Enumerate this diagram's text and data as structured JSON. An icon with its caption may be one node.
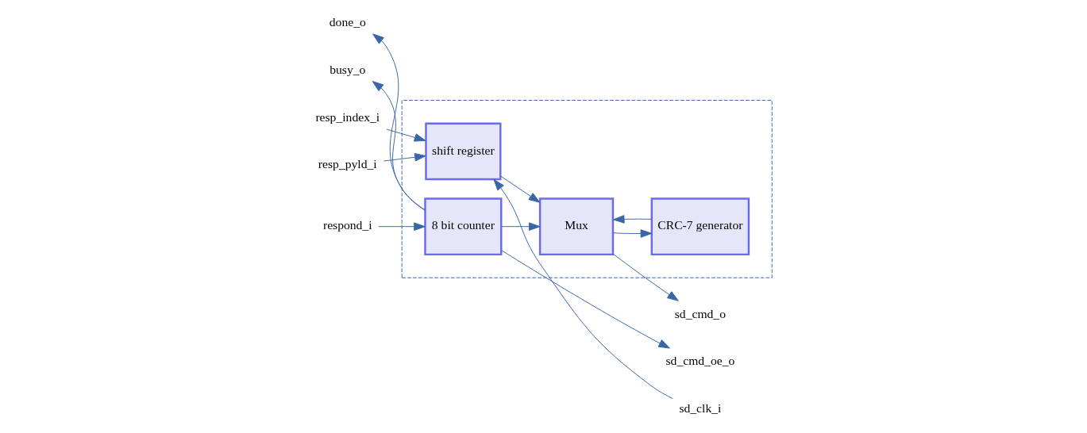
{
  "diagram": {
    "nodes": [
      {
        "text": [],
        "shape": "box"
      },
      {
        "text": [
          "shift register"
        ],
        "in": 0
      },
      {
        "text": [
          "Mux"
        ],
        "in": 0
      },
      {
        "text": [
          "8 bit counter"
        ],
        "in": 0
      },
      {
        "text": [
          "CRC-7 generator"
        ],
        "in": 0
      },
      {
        "text": [
          "resp_index_i"
        ]
      },
      {
        "text": [
          "resp_pyld_i"
        ]
      },
      {
        "text": [
          "respond_i"
        ]
      },
      {
        "text": [
          "done_o"
        ]
      },
      {
        "text": [
          "busy_o"
        ]
      },
      {
        "text": [
          "sd_clk_i"
        ]
      },
      {
        "text": [
          "sd_cmd_o"
        ]
      },
      {
        "text": [
          "sd_cmd_oe_o"
        ]
      }
    ],
    "edges": [
      {
        "from": 5,
        "to": 1,
        "arrow": "to"
      },
      {
        "from": 6,
        "to": 1,
        "arrow": "to"
      },
      {
        "from": 10,
        "to": 1,
        "arrow": "to"
      },
      {
        "from": 1,
        "to": 2,
        "arrow": "to"
      },
      {
        "from": 2,
        "to": 11,
        "arrow": "to"
      },
      {
        "from": 2,
        "to": 4,
        "arrow": "to"
      },
      {
        "from": 3,
        "to": 2,
        "arrow": "to"
      },
      {
        "from": 4,
        "to": 2,
        "arrow": "to"
      },
      {
        "from": 7,
        "to": 3,
        "arrow": "to"
      },
      {
        "from": 3,
        "to": 8,
        "arrow": "to"
      },
      {
        "from": 3,
        "to": 9,
        "arrow": "to"
      },
      {
        "from": 3,
        "to": 12,
        "arrow": "to"
      }
    ]
  }
}
